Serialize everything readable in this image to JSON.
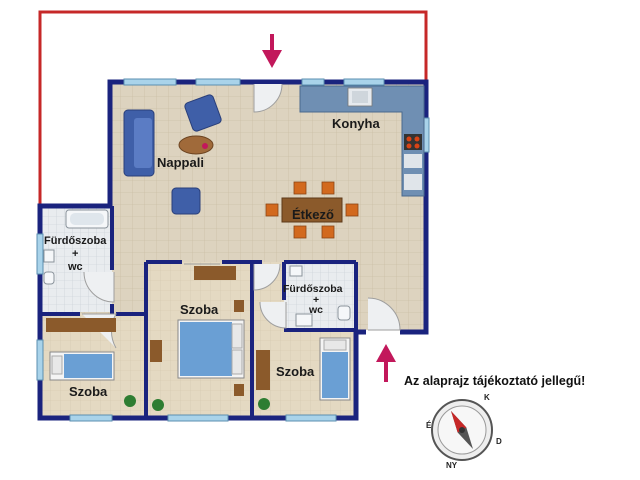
{
  "rooms": {
    "nappali": "Nappali",
    "konyha": "Konyha",
    "etkezo": "Étkező",
    "furdo1_line1": "Fürdőszoba",
    "furdo1_line2": "+",
    "furdo1_line3": "wc",
    "furdo2_line1": "Fürdőszoba",
    "furdo2_line2": "+",
    "furdo2_line3": "wc",
    "szoba1": "Szoba",
    "szoba2": "Szoba",
    "szoba3": "Szoba"
  },
  "note": "Az alaprajz tájékoztató jellegű!",
  "compass": {
    "e": "É",
    "k": "K",
    "d": "D",
    "ny": "NY"
  },
  "colors": {
    "wall": "#1a237e",
    "floor": "#ddd3bf",
    "room_floor": "#e2d8c2",
    "window": "#a9d3ea",
    "entry_line": "#c62828",
    "arrow": "#c2185b"
  }
}
